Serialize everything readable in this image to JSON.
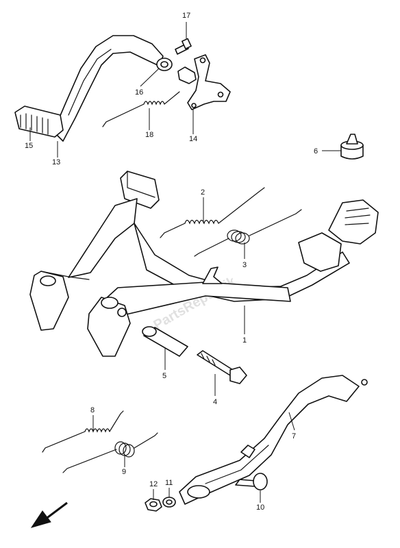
{
  "diagram": {
    "watermark": "PartsRepublik",
    "labels": {
      "p1": "1",
      "p2": "2",
      "p3": "3",
      "p4": "4",
      "p5": "5",
      "p6": "6",
      "p7": "7",
      "p8": "8",
      "p9": "9",
      "p10": "10",
      "p11": "11",
      "p12": "12",
      "p13": "13",
      "p14": "14",
      "p15": "15",
      "p16": "16",
      "p17": "17",
      "p18": "18"
    },
    "front_direction_icon": "arrow-down-left"
  }
}
